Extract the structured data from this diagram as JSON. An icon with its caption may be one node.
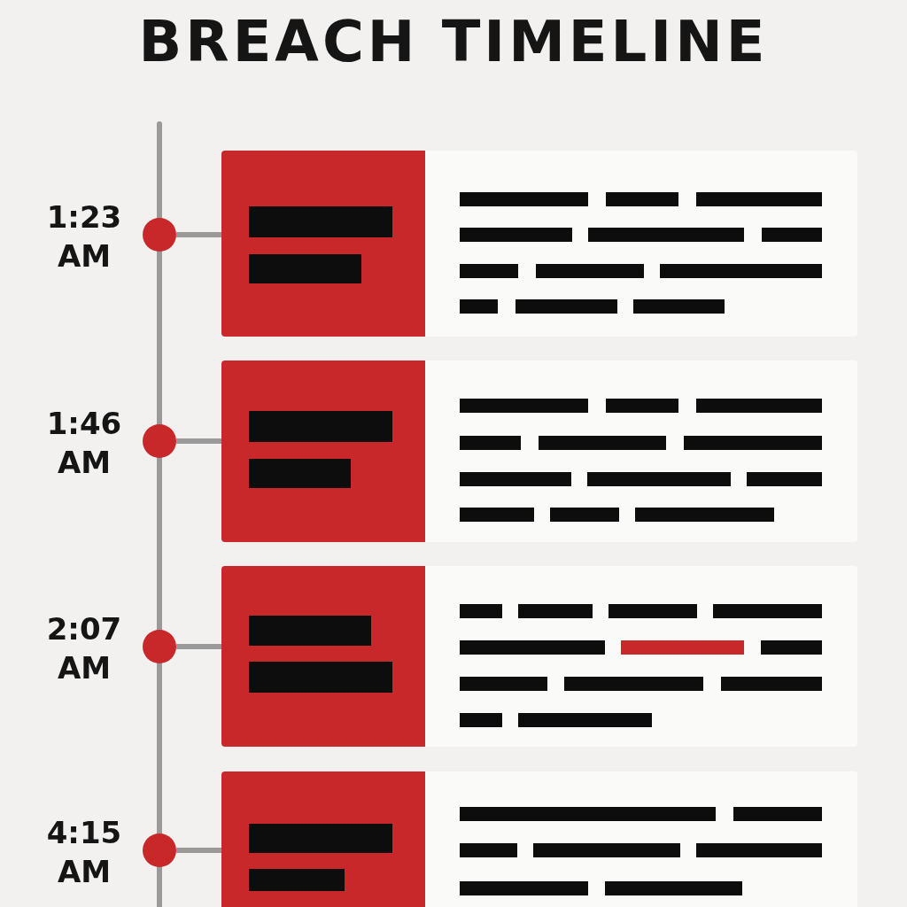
{
  "diagram": {
    "title": "BREACH TIMELINE",
    "nodes": [
      {
        "text": [],
        "shape": "circle",
        "beside": [
          "1:23 AM"
        ]
      },
      {
        "text": [],
        "shape": "box"
      },
      {
        "text": [],
        "shape": "circle",
        "beside": [
          "1:46 AM"
        ]
      },
      {
        "text": [],
        "shape": "box"
      },
      {
        "text": [],
        "shape": "circle",
        "beside": [
          "2:07 AM"
        ]
      },
      {
        "text": [],
        "shape": "box"
      },
      {
        "text": [],
        "shape": "circle",
        "beside": [
          "4:15 AM"
        ]
      },
      {
        "text": [],
        "shape": "box"
      }
    ],
    "edges": [
      {
        "from": 0,
        "to": 1,
        "arrow": "none"
      },
      {
        "from": 2,
        "to": 3,
        "arrow": "none"
      },
      {
        "from": 4,
        "to": 5,
        "arrow": "none"
      },
      {
        "from": 6,
        "to": 7,
        "arrow": "none"
      }
    ]
  }
}
